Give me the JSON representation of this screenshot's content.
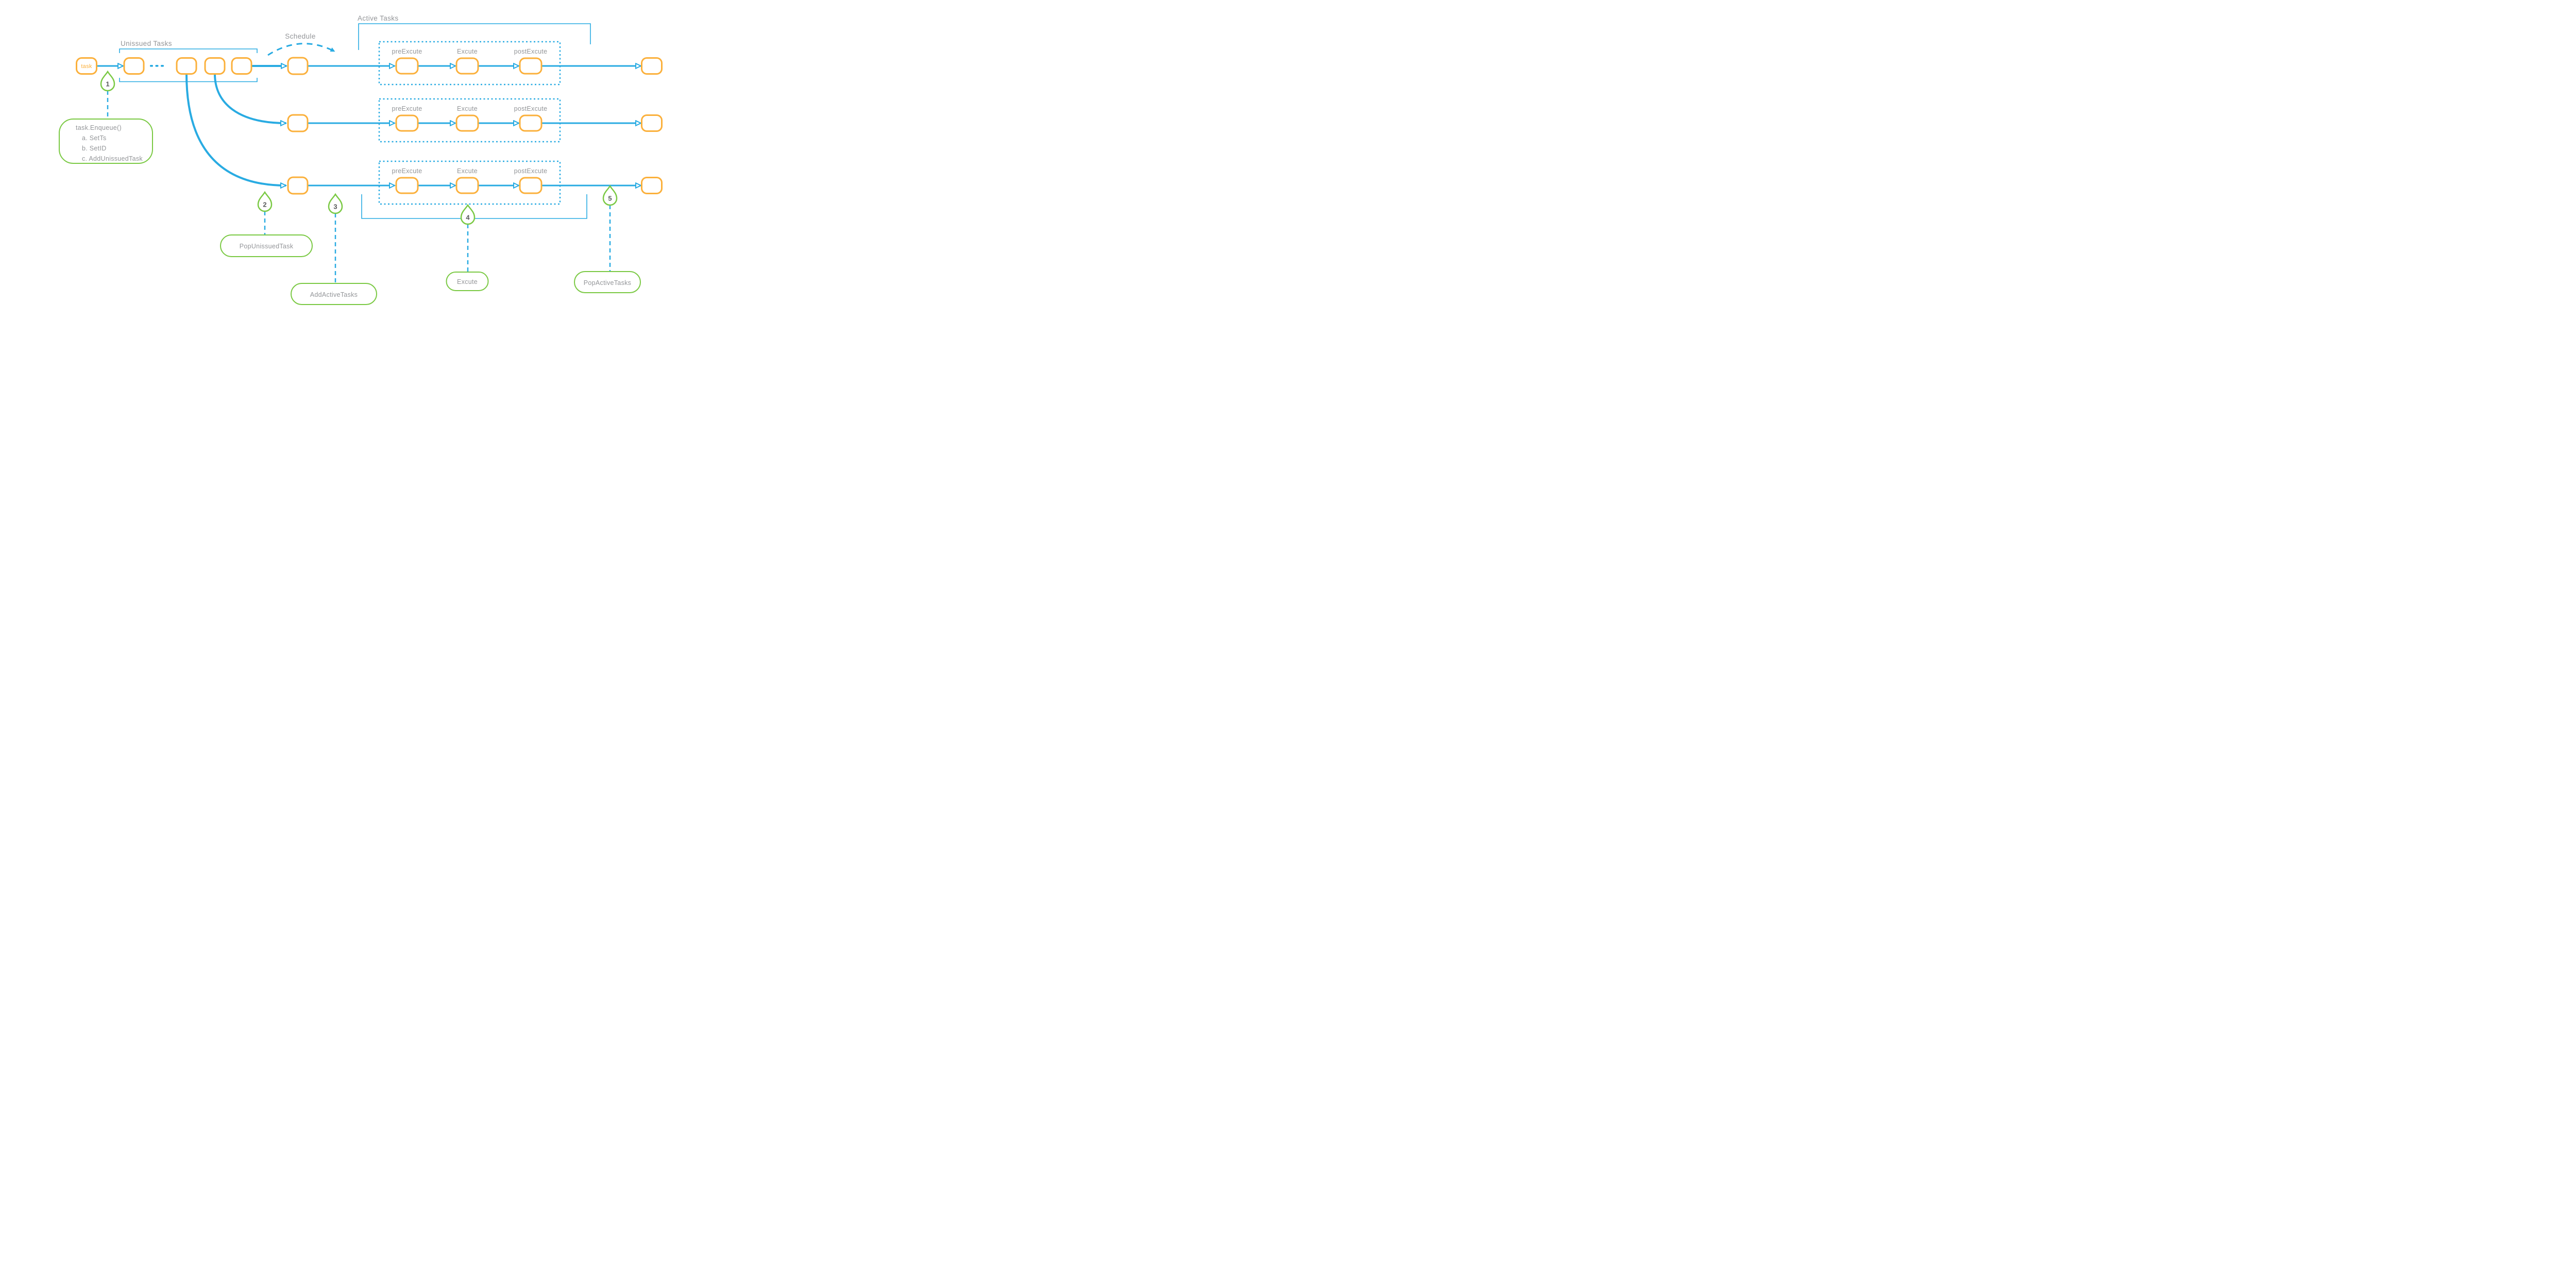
{
  "diagram": {
    "sections": {
      "unissued_tasks": "Unissued Tasks",
      "schedule": "Schedule",
      "active_tasks": "Active Tasks"
    },
    "task_label": "task",
    "stages": {
      "pre": "preExcute",
      "exec": "Excute",
      "post": "postExcute"
    },
    "steps": {
      "1": {
        "num": "1",
        "line1": "task.Enqueue()",
        "line2": "a. SetTs",
        "line3": "b. SetID",
        "line4": "c. AddUnissuedTask"
      },
      "2": {
        "num": "2",
        "note": "PopUnissuedTask"
      },
      "3": {
        "num": "3",
        "note": "AddActiveTasks"
      },
      "4": {
        "num": "4",
        "note": "Excute"
      },
      "5": {
        "num": "5",
        "note": "PopActiveTasks"
      }
    },
    "colors": {
      "flow_blue": "#29ABE2",
      "node_orange": "#FBB03B",
      "annotation_green": "#7AC943",
      "label_gray": "#939598",
      "number_gray": "#58595B"
    }
  }
}
